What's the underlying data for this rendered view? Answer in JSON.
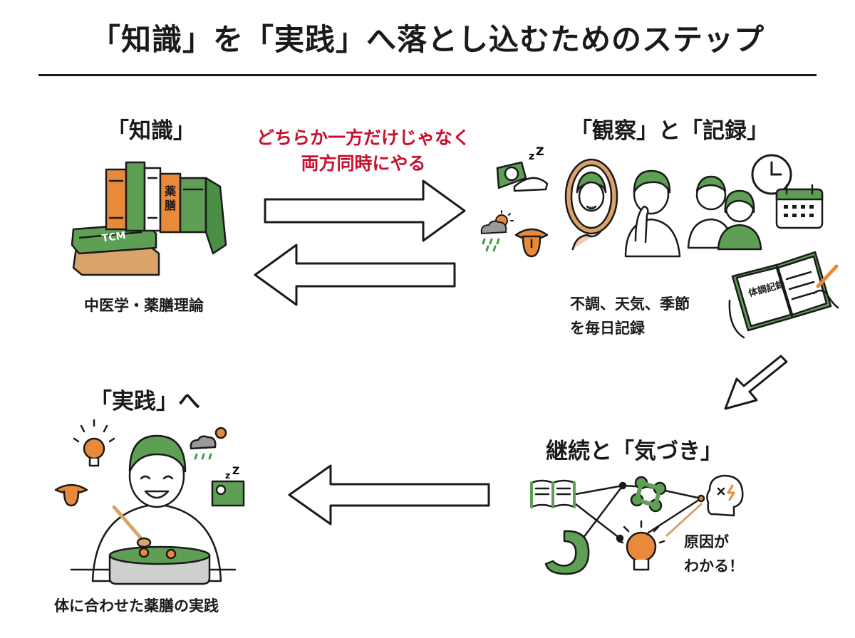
{
  "title": "「知識」を「実践」へ落とし込むためのステップ",
  "knowledge": {
    "heading": "「知識」",
    "caption": "中医学・薬膳理論"
  },
  "observe": {
    "heading": "「観察」と「記録」",
    "caption_line1": "不調、天気、季節",
    "caption_line2": "を毎日記録",
    "notebook_label": "体調記録"
  },
  "both_ways": {
    "line1": "どちらか一方だけじゃなく",
    "line2": "両方同時にやる"
  },
  "practice": {
    "heading": "「実践」へ",
    "caption": "体に合わせた薬膳の実践"
  },
  "awareness": {
    "heading": "継続と「気づき」",
    "callout_line1": "原因が",
    "callout_line2": "わかる！"
  },
  "book_spine_labels": [
    "TCM",
    "薬膳"
  ],
  "icons": [
    "book-stack-icon",
    "sleep-icon",
    "weather-icon",
    "tongue-icon",
    "mirror-icon",
    "thinking-person-icon",
    "family-icon",
    "clock-icon",
    "calendar-icon",
    "notebook-icon",
    "open-book-icon",
    "molecule-icon",
    "stomach-icon",
    "lightbulb-icon",
    "head-icon",
    "cooking-person-icon",
    "pot-icon"
  ],
  "colors": {
    "green": "#4a9a4a",
    "orange": "#e9893a",
    "red": "#c8102e",
    "ink": "#1a1a1a"
  }
}
